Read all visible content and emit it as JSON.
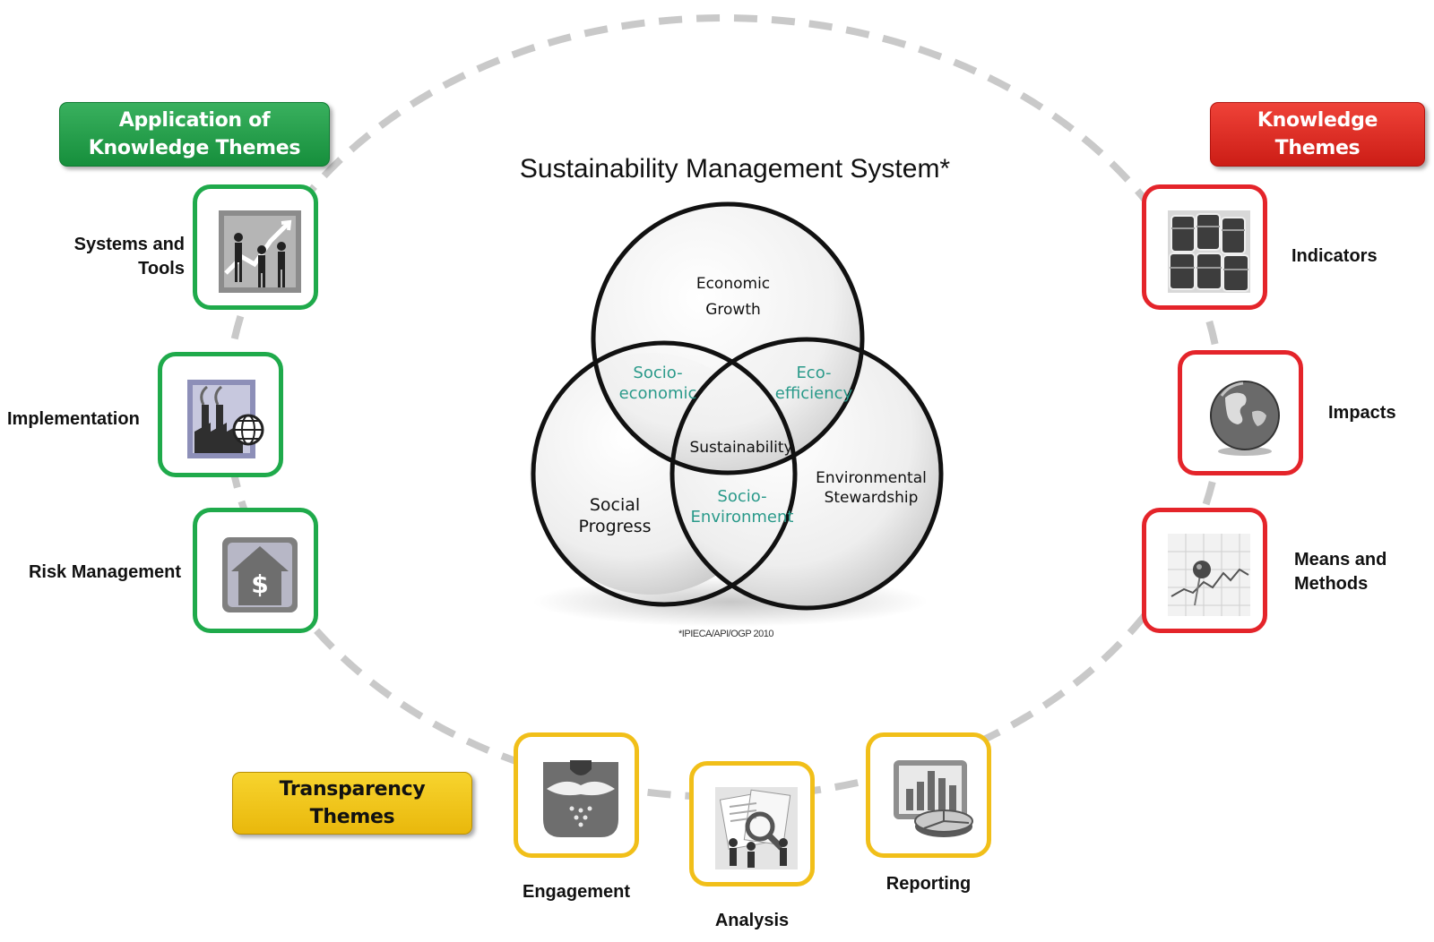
{
  "title": "Sustainability Management System*",
  "citation": "*IPIECA/API/OGP 2010",
  "groups": {
    "application": {
      "label": "Application of\nKnowledge Themes",
      "color": "#1faa4b",
      "items": [
        {
          "label": "Systems and\nTools",
          "icon": "business-people-chart-icon"
        },
        {
          "label": "Implementation",
          "icon": "factory-globe-icon"
        },
        {
          "label": "Risk Management",
          "icon": "house-dollar-icon"
        }
      ]
    },
    "knowledge": {
      "label": "Knowledge\nThemes",
      "color": "#e4242a",
      "items": [
        {
          "label": "Indicators",
          "icon": "barrels-icon"
        },
        {
          "label": "Impacts",
          "icon": "globe-icon"
        },
        {
          "label": "Means and\nMethods",
          "icon": "chart-pushpin-icon"
        }
      ]
    },
    "transparency": {
      "label": "Transparency\nThemes",
      "color": "#f1bf19",
      "items": [
        {
          "label": "Engagement",
          "icon": "handshake-icon"
        },
        {
          "label": "Analysis",
          "icon": "magnifier-people-icon"
        },
        {
          "label": "Reporting",
          "icon": "monitor-pie-chart-icon"
        }
      ]
    }
  },
  "venn": {
    "circles": [
      "Economic Growth",
      "Social Progress",
      "Environmental Stewardship"
    ],
    "economic": [
      "Economic",
      "Growth"
    ],
    "social": [
      "Social",
      "Progress"
    ],
    "environmental": [
      "Environmental",
      "Stewardship"
    ],
    "socio_economic": [
      "Socio-",
      "economic"
    ],
    "eco_efficiency": [
      "Eco-",
      "efficiency"
    ],
    "socio_environment": [
      "Socio-",
      "Environment"
    ],
    "center": "Sustainability"
  }
}
